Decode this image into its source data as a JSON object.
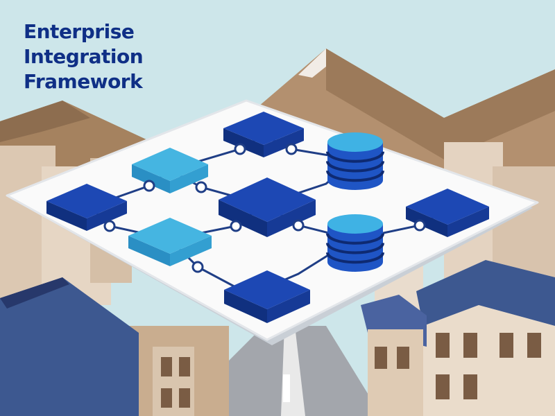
{
  "header": {
    "title_line1": "Enterprise",
    "title_line2": "Integration",
    "title_line3": "Framework"
  },
  "colors": {
    "sky": "#cde6ea",
    "title": "#0f2f86",
    "node_dark_blue": "#1d48b4",
    "node_light_blue": "#45b5e1",
    "platform": "#fafafa",
    "connector": "#1f3e86",
    "mountain": "#b3906f",
    "building": "#d9c6b1",
    "roof": "#3d5890"
  },
  "icons": [
    "database-icon",
    "process-node-icon",
    "connector-node-icon"
  ]
}
